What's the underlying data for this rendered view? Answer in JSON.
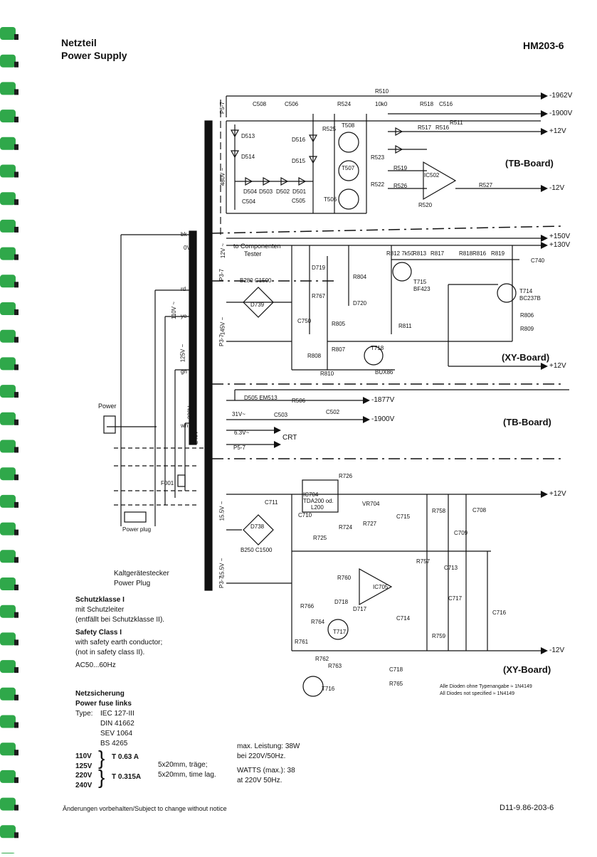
{
  "header": {
    "title_de": "Netzteil",
    "title_en": "Power Supply",
    "model": "HM203-6"
  },
  "boards": {
    "tb_board_1": "(TB-Board)",
    "xy_board_1": "(XY-Board)",
    "tb_board_2": "(TB-Board)",
    "xy_board_2": "(XY-Board)"
  },
  "rails": {
    "r1": "-1962V",
    "r2": "-1900V",
    "r3": "+12V",
    "r4": "-12V",
    "r5": "+150V",
    "r6": "+130V",
    "r7": "+12V",
    "r8": "-1877V",
    "r9": "-1900V",
    "r10": "CRT",
    "r11": "+12V",
    "r12": "-12V"
  },
  "components": {
    "c508": "C508",
    "c506": "C506",
    "r524": "R524",
    "r510": "R510",
    "r510v": "10k0",
    "r518": "R518",
    "c516": "C516",
    "d513": "D513",
    "d514": "D514",
    "d516": "D516",
    "d515": "D515",
    "d504": "D504",
    "d503": "D503",
    "d502": "D502",
    "d501": "D501",
    "t508": "T508",
    "t507": "T507",
    "t506": "T506",
    "ic502": "IC502",
    "r525": "R525",
    "r523": "R523",
    "r522": "R522",
    "r519": "R519",
    "r526": "R526",
    "r520": "R520",
    "r517": "R517",
    "r516": "R516",
    "r511": "R511",
    "r527": "R527",
    "c504": "C504",
    "c505": "C505",
    "comptester": "to Componenten",
    "comptester2": "Tester",
    "b280": "B280 C1500",
    "d739": "D739",
    "c750": "C750",
    "d719": "D719",
    "r804": "R804",
    "d720": "D720",
    "r767": "R767",
    "r805": "R805",
    "r807": "R807",
    "r808": "R808",
    "r810": "R810",
    "t718": "T718",
    "bux86": "BUX86",
    "t715": "T715",
    "bf423": "BF423",
    "t714": "T714",
    "bc237b": "BC237B",
    "r812": "R812 7k50",
    "r813": "R813",
    "r817": "R817",
    "r818": "R818",
    "r816": "R816",
    "r819": "R819",
    "c740": "C740",
    "r806": "R806",
    "r809": "R809",
    "r811": "R811",
    "d505": "D505 EM513",
    "r506": "R506",
    "c503": "C503",
    "c502": "C502",
    "ic704": "IC704",
    "tda200": "TDA200 od.",
    "l200": "L200",
    "r726": "R726",
    "vr704": "VR704",
    "c711": "C711",
    "d738": "D738",
    "b250": "B250   C1500",
    "c710": "C710",
    "r725": "R725",
    "r724": "R724",
    "r727": "R727",
    "c715": "C715",
    "r758": "R758",
    "c708": "C708",
    "c709": "C709",
    "r757": "R757",
    "c713": "C713",
    "ic705": "IC705",
    "c717": "C717",
    "c716": "C716",
    "r760": "R760",
    "d718": "D718",
    "d717": "D717",
    "r766": "R766",
    "r764": "R764",
    "t717": "T717",
    "r761": "R761",
    "r762": "R762",
    "r763": "R763",
    "t716": "T716",
    "c714": "C714",
    "r759": "R759",
    "c718": "C718",
    "r765": "R765",
    "f001": "F001",
    "power": "Power",
    "powerplug": "Power plug",
    "bk": "bk",
    "rd": "rd",
    "ye": "ye",
    "gn": "gn",
    "wh": "wh",
    "v0": "0V",
    "v110": "110V ~",
    "v125": "125V ~",
    "v220": "220V ~",
    "v240": "240V ~",
    "v480": "480V ~",
    "v12": "12V ~",
    "v145": "145V ~",
    "v155a": "15.5V ~",
    "v155b": "15.5V ~",
    "p57a": "P5-7",
    "p37a": "P3-7",
    "p37b": "P3-7",
    "p57b": "P5-7",
    "p37c": "P3-7",
    "v31": "31V~",
    "v63": "6.3V~",
    "diodes_de": "Alle Dioden ohne Typenangabe  ≈ 1N4149",
    "diodes_en": "All Diodes not specified       ≈ 1N4149"
  },
  "notes": {
    "plug_de": "Kaltgerätestecker",
    "plug_en": "Power Plug",
    "class_de_title": "Schutzklasse I",
    "class_de_1": "mit Schutzleiter",
    "class_de_2": "(entfällt bei Schutzklasse II).",
    "class_en_title": "Safety Class I",
    "class_en_1": "with safety earth conductor;",
    "class_en_2": "(not in safety class II).",
    "ac": "AC50...60Hz",
    "fuse_de": "Netzsicherung",
    "fuse_en": "Power fuse links",
    "type_label": "Type:",
    "type1": "IEC 127-III",
    "type2": "DIN 41662",
    "type3": "SEV 1064",
    "type4": "BS 4265",
    "v110": "110V",
    "v125": "125V",
    "v220": "220V",
    "v240": "240V",
    "fuse1": "T 0.63  A",
    "fuse2": "T 0.315A",
    "size_de": "5x20mm, träge;",
    "size_en": "5x20mm, time lag.",
    "power_de_1": "max. Leistung: 38W",
    "power_de_2": "bei 220V/50Hz.",
    "power_en_1": "WATTS (max.): 38",
    "power_en_2": "at 220V 50Hz."
  },
  "footer": {
    "left": "Änderungen vorbehalten/Subject to change without notice",
    "right": "D11-9.86-203-6"
  }
}
